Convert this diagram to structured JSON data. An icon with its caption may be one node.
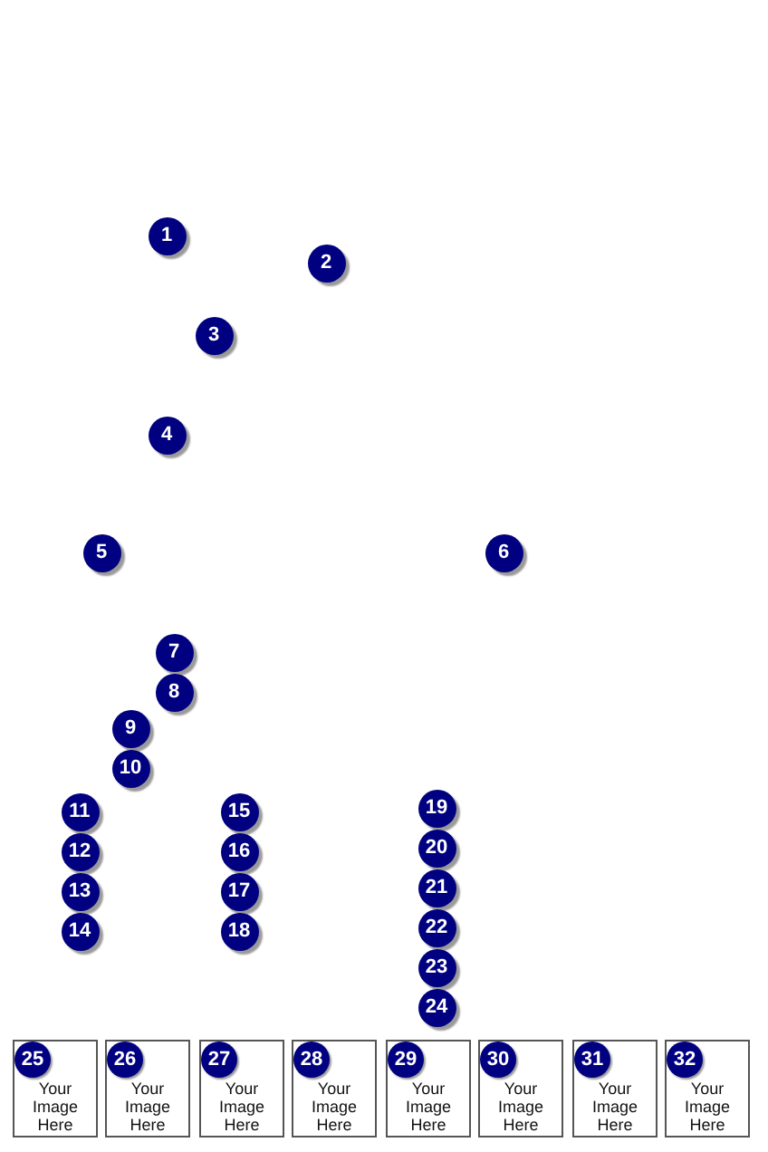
{
  "diagram": {
    "nodes": [
      {
        "text": [
          "25",
          "Your Image Here"
        ]
      },
      {
        "text": [
          "26",
          "Your Image Here"
        ]
      },
      {
        "text": [
          "27",
          "Your Image Here"
        ]
      },
      {
        "text": [
          "28",
          "Your Image Here"
        ]
      },
      {
        "text": [
          "29",
          "Your Image Here"
        ]
      },
      {
        "text": [
          "30",
          "Your Image Here"
        ]
      },
      {
        "text": [
          "31",
          "Your Image Here"
        ]
      },
      {
        "text": [
          "32",
          "Your Image Here"
        ]
      }
    ],
    "labels": [
      "1",
      "2",
      "3",
      "4",
      "5",
      "6",
      "7",
      "8",
      "9",
      "10",
      "11",
      "12",
      "13",
      "14",
      "15",
      "16",
      "17",
      "18",
      "19",
      "20",
      "21",
      "22",
      "23",
      "24"
    ]
  }
}
